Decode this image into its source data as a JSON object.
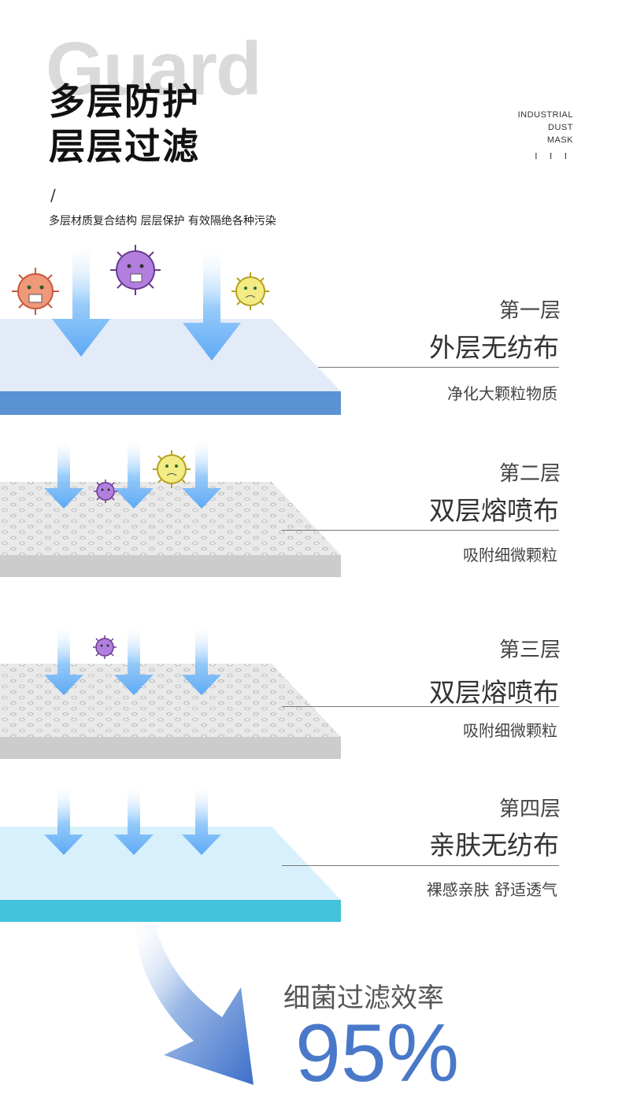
{
  "header": {
    "bg_word": "Guard",
    "title_line1": "多层防护",
    "title_line2": "层层过滤",
    "brand_line1": "INDUSTRIAL",
    "brand_line2": "DUST",
    "brand_line3": "MASK",
    "brand_ticks": "I I I",
    "slash": "/",
    "subtitle": "多层材质复合结构 层层保护 有效隔绝各种污染"
  },
  "layers": [
    {
      "num": "第一层",
      "name": "外层无纺布",
      "desc": "净化大颗粒物质"
    },
    {
      "num": "第二层",
      "name": "双层熔喷布",
      "desc": "吸附细微颗粒"
    },
    {
      "num": "第三层",
      "name": "双层熔喷布",
      "desc": "吸附细微颗粒"
    },
    {
      "num": "第四层",
      "name": "亲肤无纺布",
      "desc": "裸感亲肤 舒适透气"
    }
  ],
  "efficiency": {
    "label": "细菌过滤效率",
    "value": "95%"
  },
  "colors": {
    "layer1_top": "#e3ebf8",
    "layer1_side": "#5a92d4",
    "meltblown_side": "#cccccc",
    "layer4_top": "#d8f0fb",
    "layer4_side": "#45c3db",
    "arrow": "#6fb4f7",
    "accent": "#4a78c9"
  },
  "icons": [
    "virus-icon",
    "down-arrow-icon",
    "curved-arrow-icon"
  ]
}
